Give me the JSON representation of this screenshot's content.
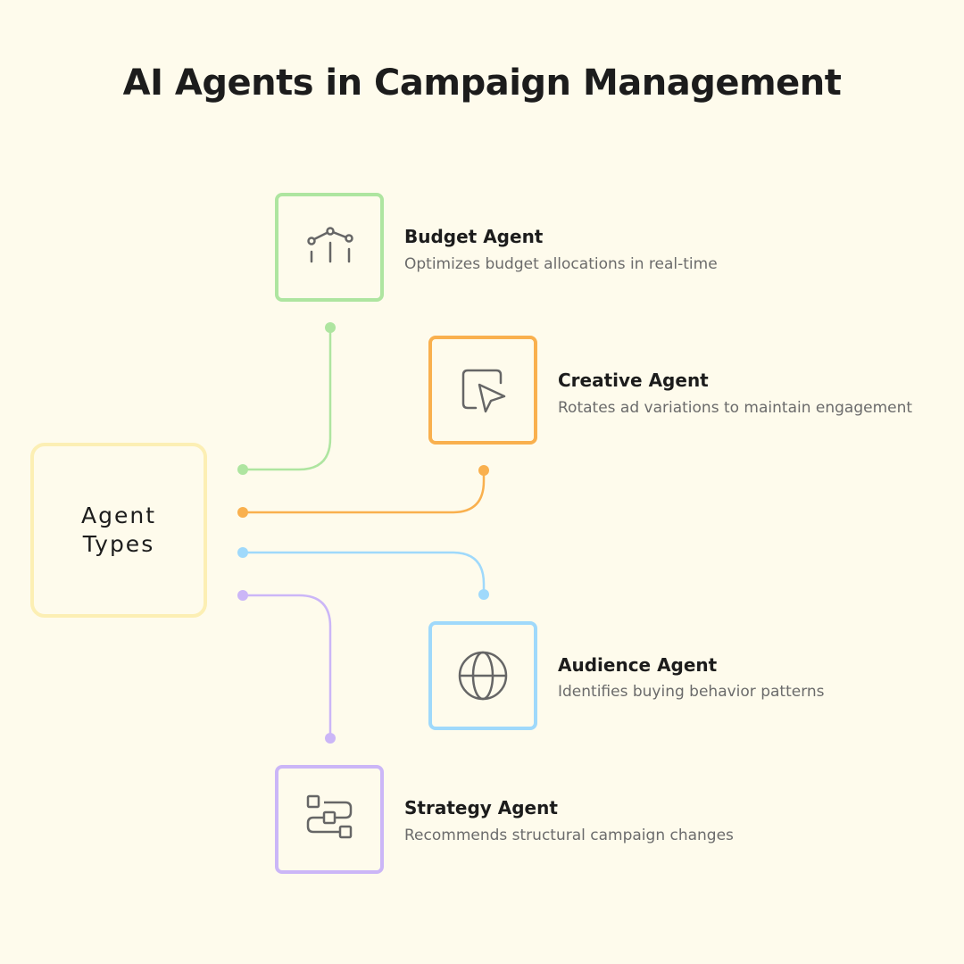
{
  "title": "AI Agents in Campaign Management",
  "hub": {
    "line1": "Agent",
    "line2": "Types",
    "color": "#fcefb4"
  },
  "agents": [
    {
      "name": "Budget Agent",
      "description": "Optimizes budget allocations in real-time",
      "color": "#aee5a0",
      "icon": "line-chart-icon"
    },
    {
      "name": "Creative Agent",
      "description": "Rotates ad variations to maintain engagement",
      "color": "#f9b04e",
      "icon": "cursor-click-icon"
    },
    {
      "name": "Audience Agent",
      "description": "Identifies buying behavior patterns",
      "color": "#9fd9fb",
      "icon": "globe-icon"
    },
    {
      "name": "Strategy Agent",
      "description": "Recommends structural campaign changes",
      "color": "#cbb6f7",
      "icon": "workflow-icon"
    }
  ]
}
